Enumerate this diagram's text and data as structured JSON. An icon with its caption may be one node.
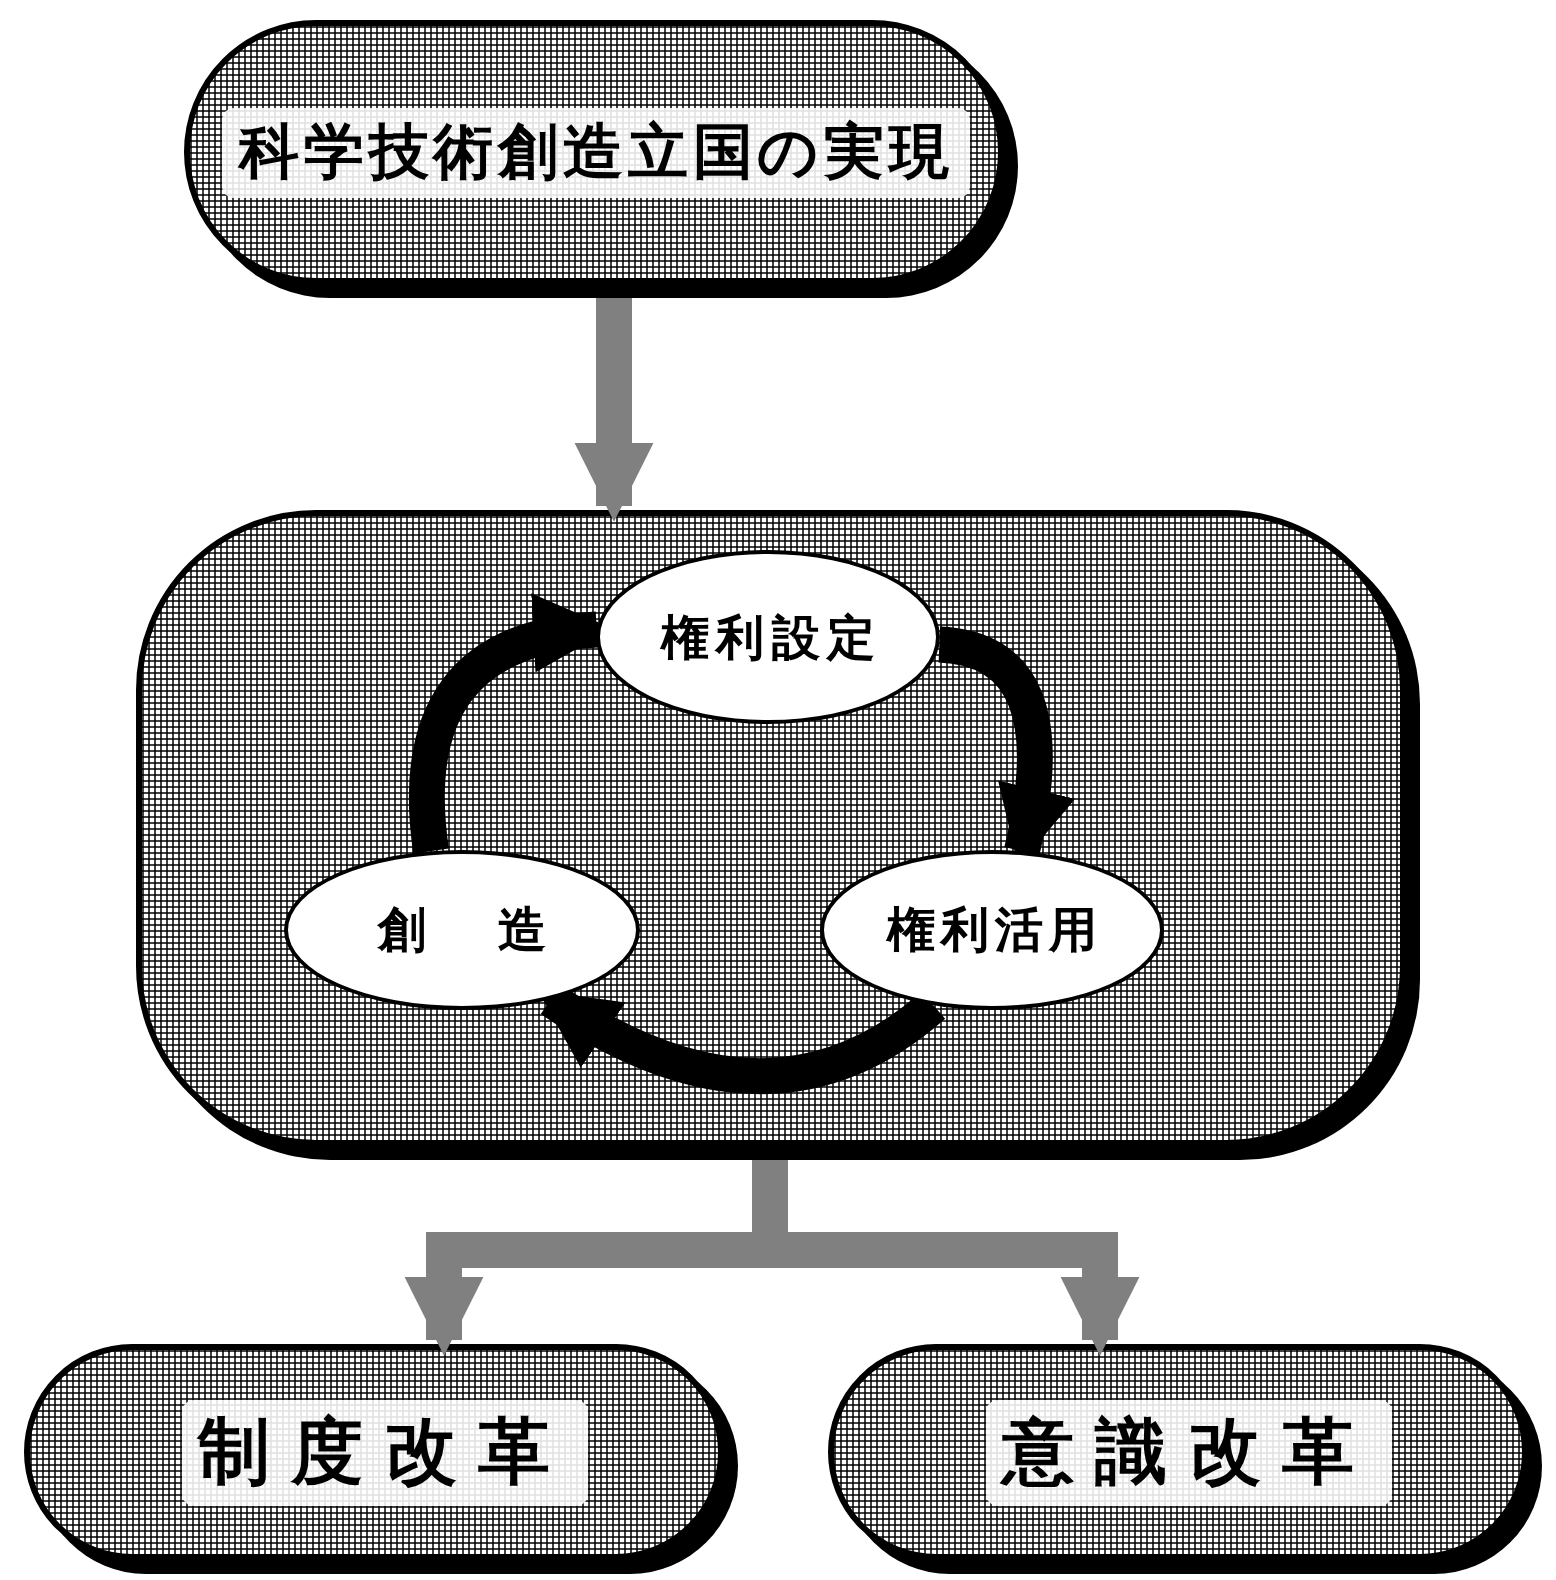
{
  "diagram": {
    "nodes": [
      {
        "text": [
          "科学技術創造立国の実現"
        ]
      },
      {
        "text": [],
        "shape": "box"
      },
      {
        "text": [
          "権利設定"
        ],
        "in": 1
      },
      {
        "text": [
          "創造"
        ],
        "in": 1
      },
      {
        "text": [
          "権利活用"
        ],
        "in": 1
      },
      {
        "text": [
          "制度改革"
        ]
      },
      {
        "text": [
          "意識改革"
        ]
      }
    ],
    "edges": [
      {
        "from": 0,
        "to": 1,
        "arrow": "to",
        "color": "#808080"
      },
      {
        "from": 3,
        "to": 2,
        "arrow": "to",
        "color": "#000000"
      },
      {
        "from": 2,
        "to": 4,
        "arrow": "to",
        "color": "#000000"
      },
      {
        "from": 4,
        "to": 3,
        "arrow": "to",
        "color": "#000000"
      },
      {
        "from": 1,
        "to": 5,
        "arrow": "to",
        "color": "#808080"
      },
      {
        "from": 1,
        "to": 6,
        "arrow": "to",
        "color": "#808080"
      }
    ]
  }
}
